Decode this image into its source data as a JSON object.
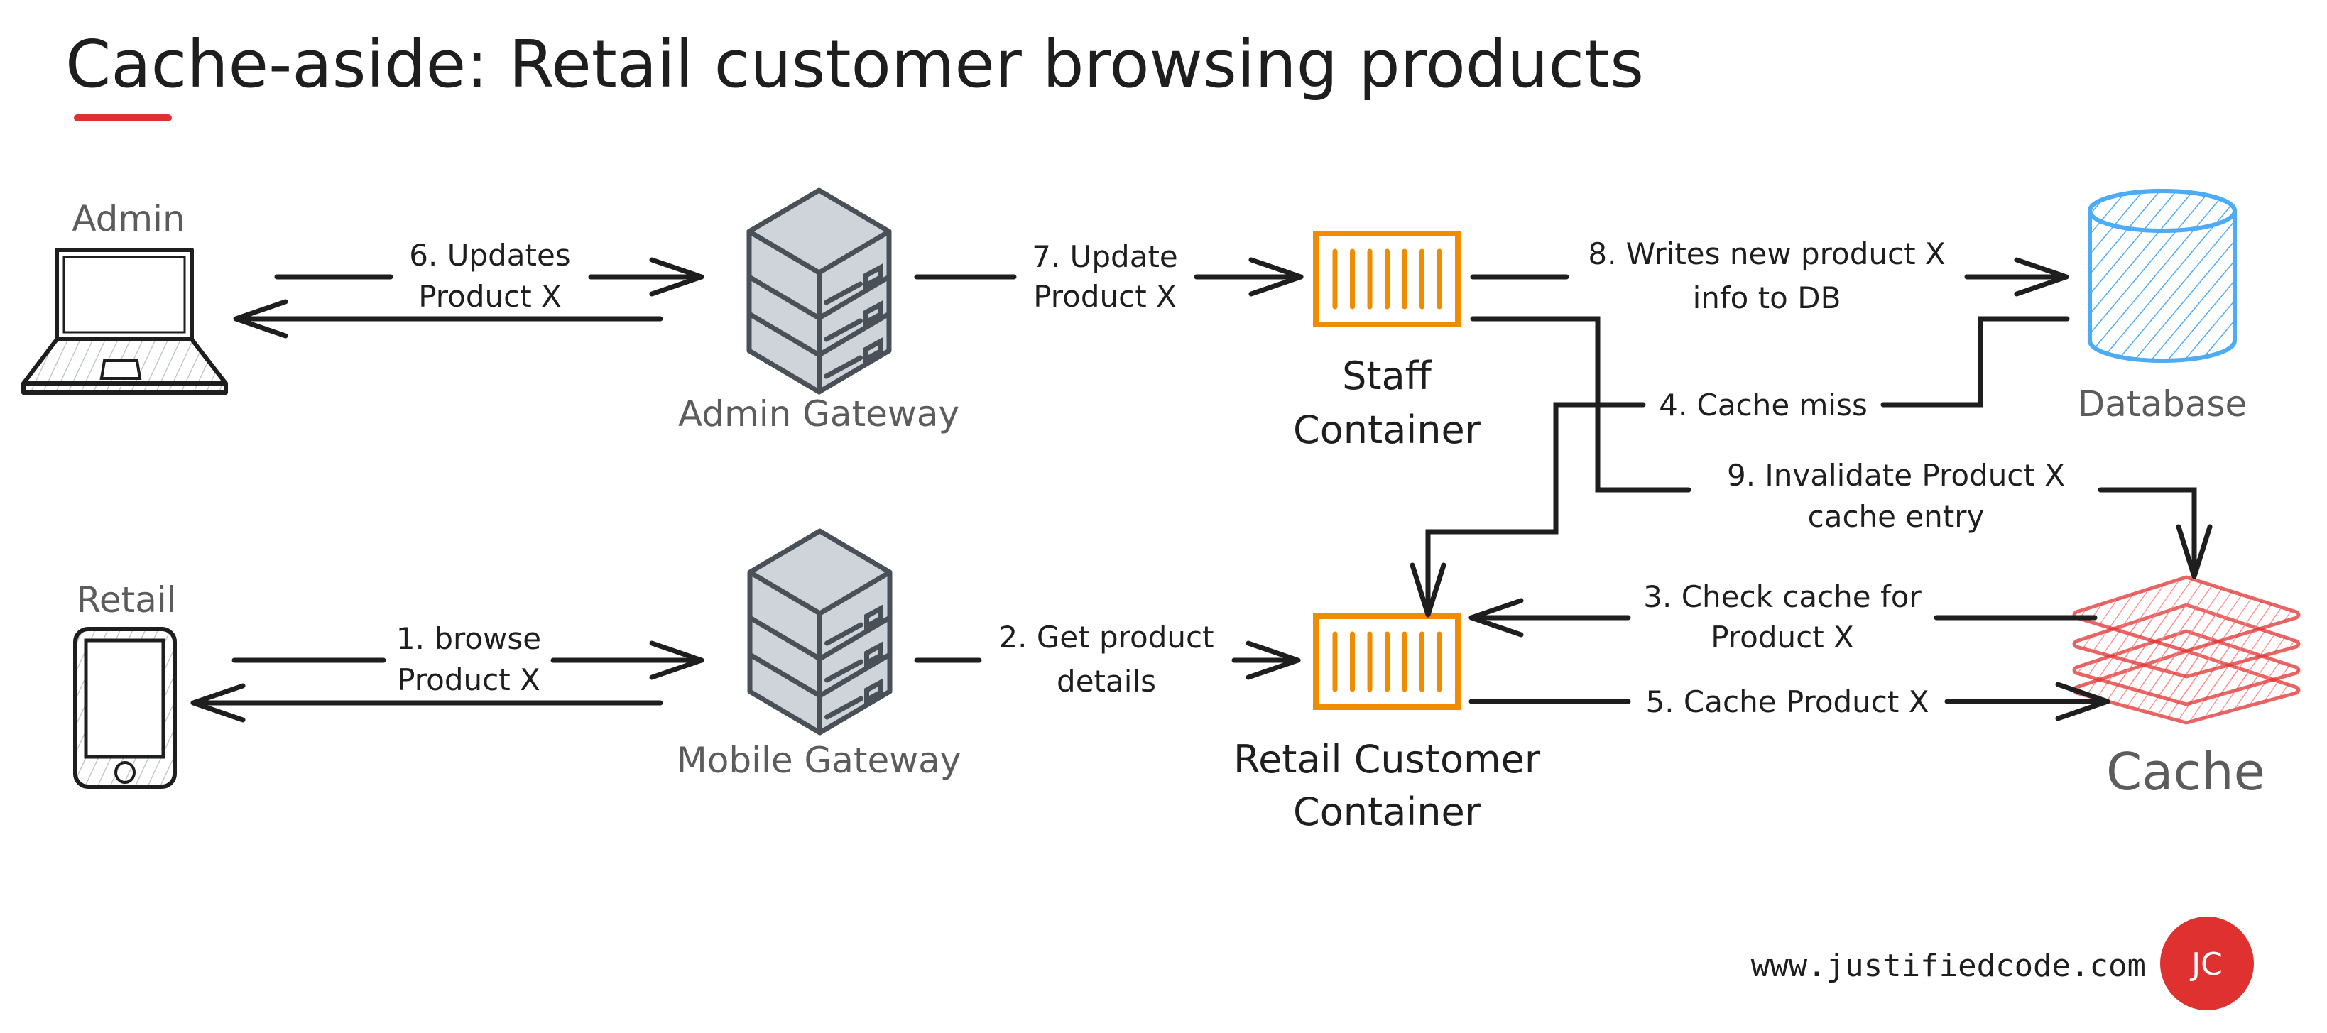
{
  "title": "Cache-aside: Retail customer browsing products",
  "accent_color": "#e03131",
  "nodes": {
    "admin": {
      "label": "Admin",
      "icon": "laptop-icon"
    },
    "retail": {
      "label": "Retail",
      "icon": "phone-icon"
    },
    "admin_gateway": {
      "label": "Admin Gateway",
      "icon": "server-stack-icon"
    },
    "mobile_gateway": {
      "label": "Mobile Gateway",
      "icon": "server-stack-icon"
    },
    "staff_container": {
      "label_lines": [
        "Staff",
        "Container"
      ],
      "icon": "container-icon",
      "color": "#f08c00"
    },
    "retail_container": {
      "label_lines": [
        "Retail Customer",
        "Container"
      ],
      "icon": "container-icon",
      "color": "#f08c00"
    },
    "database": {
      "label": "Database",
      "icon": "database-cylinder-icon",
      "color": "#4dabf7"
    },
    "cache": {
      "label": "Cache",
      "icon": "cache-layers-icon",
      "color": "#e03131"
    }
  },
  "edges": [
    {
      "step": 1,
      "lines": [
        "1. browse",
        "Product X"
      ],
      "from": "Retail",
      "to": "Mobile Gateway"
    },
    {
      "step": 2,
      "lines": [
        "2. Get product",
        "details"
      ],
      "from": "Mobile Gateway",
      "to": "Retail Customer Container"
    },
    {
      "step": 3,
      "lines": [
        "3. Check cache for",
        "Product X"
      ],
      "from": "Cache",
      "to": "Retail Customer Container"
    },
    {
      "step": 4,
      "lines": [
        "4. Cache miss"
      ],
      "from": "Database",
      "to": "Retail Customer Container"
    },
    {
      "step": 5,
      "lines": [
        "5. Cache Product X"
      ],
      "from": "Retail Customer Container",
      "to": "Cache"
    },
    {
      "step": 6,
      "lines": [
        "6. Updates",
        "Product X"
      ],
      "from": "Admin",
      "to": "Admin Gateway"
    },
    {
      "step": 7,
      "lines": [
        "7. Update",
        "Product X"
      ],
      "from": "Admin Gateway",
      "to": "Staff Container"
    },
    {
      "step": 8,
      "lines": [
        "8. Writes new product X",
        "info to DB"
      ],
      "from": "Staff Container",
      "to": "Database"
    },
    {
      "step": 9,
      "lines": [
        "9.  Invalidate Product X",
        "cache entry"
      ],
      "from": "Staff Container",
      "to": "Cache"
    }
  ],
  "footer": {
    "url": "www.justifiedcode.com",
    "badge": "JC",
    "badge_color": "#e03131"
  }
}
